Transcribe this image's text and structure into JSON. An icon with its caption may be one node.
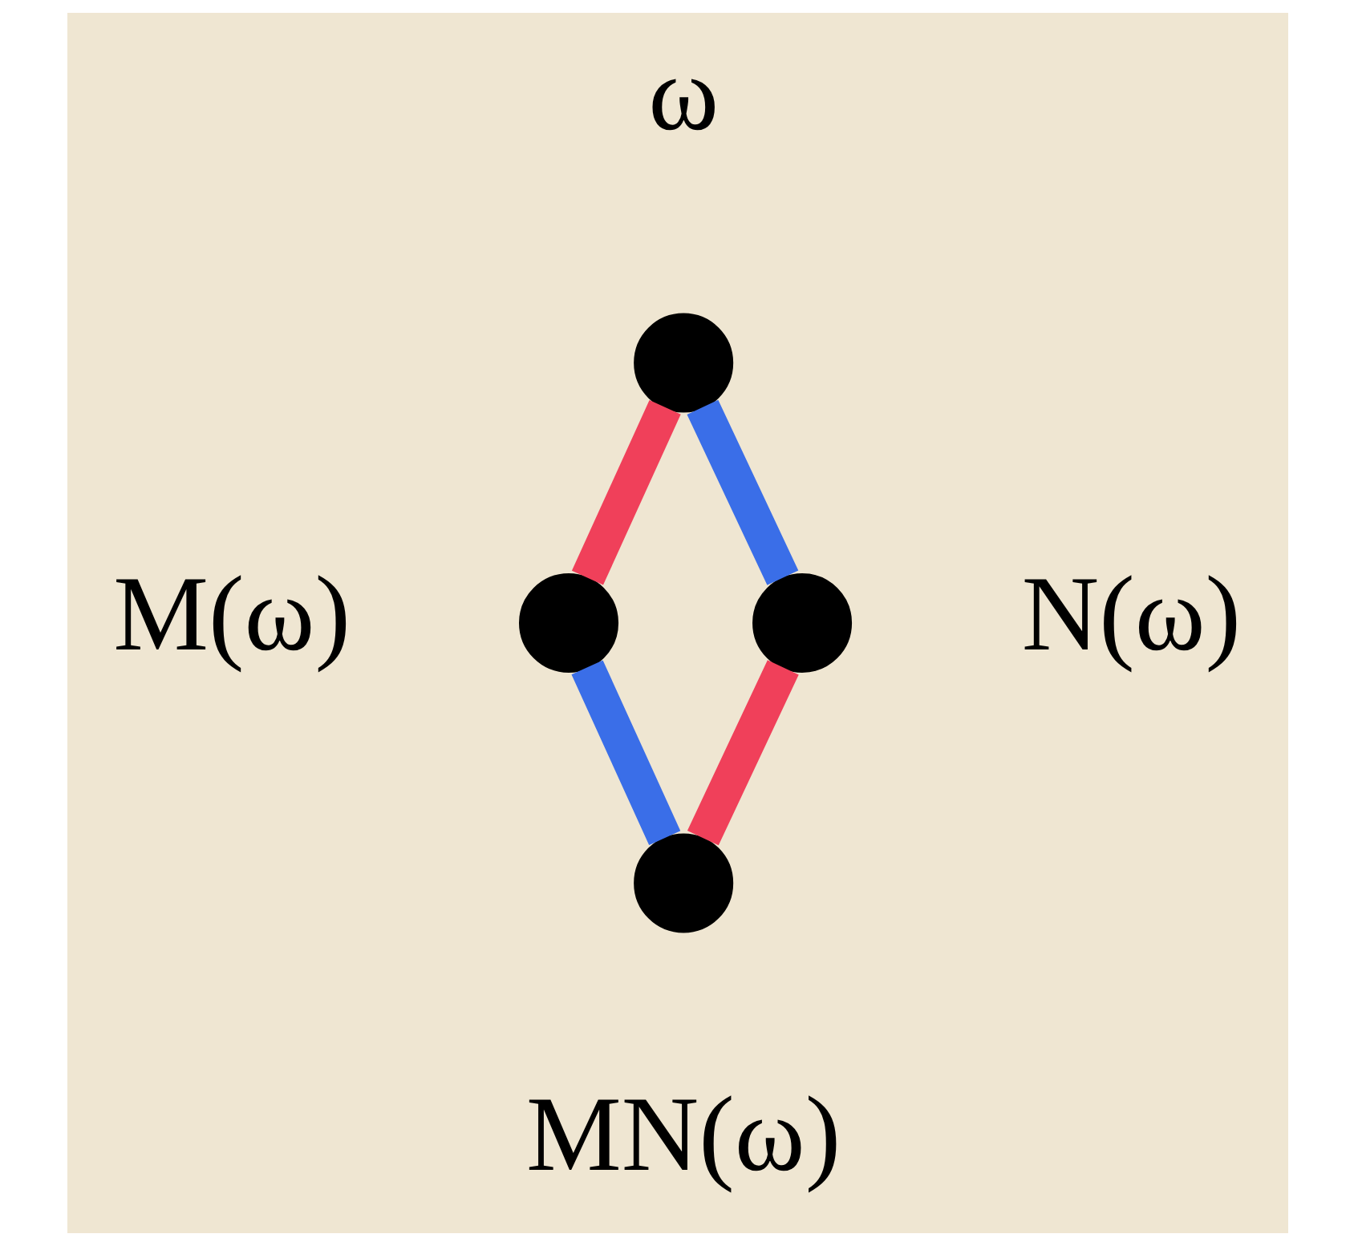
{
  "diagram": {
    "nodes": [
      {
        "text": [],
        "shape": "circle",
        "beside": [
          "ω"
        ]
      },
      {
        "text": [],
        "shape": "circle",
        "beside": [
          "M(ω)"
        ]
      },
      {
        "text": [],
        "shape": "circle",
        "beside": [
          "N(ω)"
        ]
      },
      {
        "text": [],
        "shape": "circle",
        "beside": [
          "MN(ω)"
        ]
      }
    ],
    "edges": [
      {
        "from": 0,
        "to": 1,
        "arrow": "none",
        "color": "#f0405a"
      },
      {
        "from": 0,
        "to": 2,
        "arrow": "none",
        "color": "#3a6ee8"
      },
      {
        "from": 1,
        "to": 3,
        "arrow": "none",
        "color": "#3a6ee8"
      },
      {
        "from": 2,
        "to": 3,
        "arrow": "none",
        "color": "#f0405a"
      }
    ]
  }
}
